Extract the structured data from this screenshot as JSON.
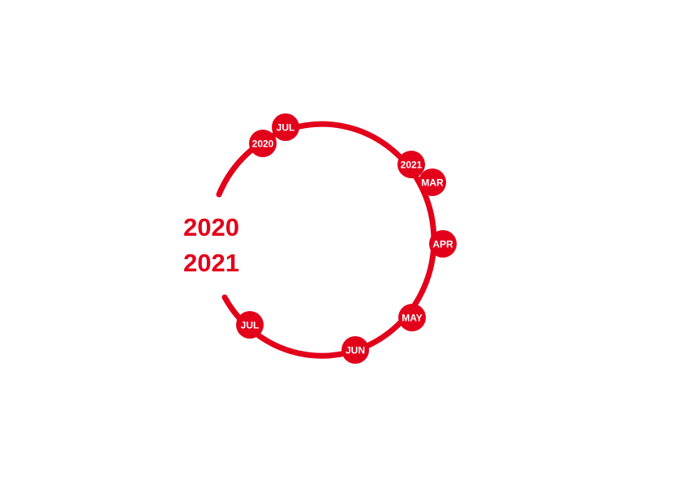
{
  "colors": {
    "accent": "#e2001a",
    "background": "#ffffff",
    "marker_text": "#ffffff"
  },
  "title": {
    "line1": "2020",
    "line2": "2021"
  },
  "markers": [
    {
      "id": "jul-2020",
      "label": "JUL"
    },
    {
      "id": "year-2020",
      "label": "2020"
    },
    {
      "id": "year-2021",
      "label": "2021"
    },
    {
      "id": "mar",
      "label": "MAR"
    },
    {
      "id": "apr",
      "label": "APR"
    },
    {
      "id": "may",
      "label": "MAY"
    },
    {
      "id": "jun",
      "label": "JUN"
    },
    {
      "id": "jul-2021",
      "label": "JUL"
    }
  ]
}
